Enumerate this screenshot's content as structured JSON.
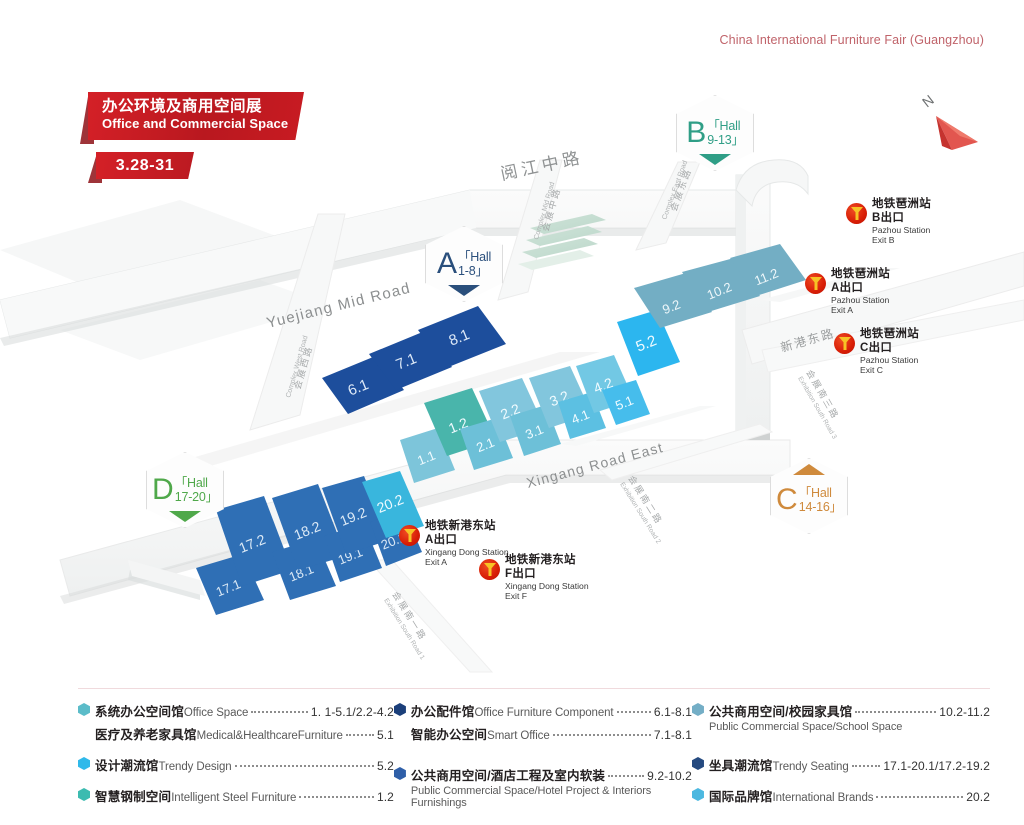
{
  "header": {
    "fair_title": "China International Furniture Fair (Guangzhou)"
  },
  "banner": {
    "title_cn": "办公环境及商用空间展",
    "title_en": "Office and Commercial Space",
    "date": "3.28-31",
    "color": "#c81b22"
  },
  "compass": {
    "label": "N",
    "color": "#d9443f"
  },
  "hall_badges": [
    {
      "letter": "A",
      "hall_prefix": "「Hall",
      "hall_range": "1-8」",
      "color": "#2a4f7c",
      "arrow": "down"
    },
    {
      "letter": "B",
      "hall_prefix": "「Hall",
      "hall_range": "9-13」",
      "color": "#2f9e86",
      "arrow": "down"
    },
    {
      "letter": "C",
      "hall_prefix": "「Hall",
      "hall_range": "14-16」",
      "color": "#cf8a3c",
      "arrow": "up"
    },
    {
      "letter": "D",
      "hall_prefix": "「Hall",
      "hall_range": "17-20」",
      "color": "#4fa84a",
      "arrow": "down"
    }
  ],
  "roads": [
    {
      "name": "yuejiang-mid-road-cn",
      "text": "阅江中路"
    },
    {
      "name": "yuejiang-mid-road-en",
      "text": "Yuejiang Mid Road"
    },
    {
      "name": "xingang-road-east-en",
      "text": "Xingang Road East"
    },
    {
      "name": "xingang-dong-road-cn",
      "text": "新港东路"
    },
    {
      "name": "exhibition-west-road-cn",
      "text": "会展西路"
    },
    {
      "name": "exhibition-west-road-en",
      "text": "Complex West Road"
    },
    {
      "name": "exhibition-middle-road-cn",
      "text": "会展中路"
    },
    {
      "name": "exhibition-middle-road-en",
      "text": "Complex Mid Road"
    },
    {
      "name": "exhibition-east-road-cn",
      "text": "会展东路"
    },
    {
      "name": "exhibition-east-road-en",
      "text": "Complex East Road"
    },
    {
      "name": "exhibition-south-road-1-cn",
      "text": "会展南一路"
    },
    {
      "name": "exhibition-south-road-1-en",
      "text": "Exhibition South Road 1"
    },
    {
      "name": "exhibition-south-road-2-cn",
      "text": "会展南二路"
    },
    {
      "name": "exhibition-south-road-2-en",
      "text": "Exhibition South Road 2"
    },
    {
      "name": "exhibition-south-road-3-cn",
      "text": "会展南三路"
    },
    {
      "name": "exhibition-south-road-3-en",
      "text": "Exhibition South Road 3"
    }
  ],
  "metro_stations": [
    {
      "cn_station": "地铁琶洲站",
      "cn_exit": "B出口",
      "en_station": "Pazhou Station",
      "en_exit": "Exit B"
    },
    {
      "cn_station": "地铁琶洲站",
      "cn_exit": "A出口",
      "en_station": "Pazhou Station",
      "en_exit": "Exit A"
    },
    {
      "cn_station": "地铁琶洲站",
      "cn_exit": "C出口",
      "en_station": "Pazhou Station",
      "en_exit": "Exit C"
    },
    {
      "cn_station": "地铁新港东站",
      "cn_exit": "A出口",
      "en_station": "Xingang Dong Station",
      "en_exit": "Exit A"
    },
    {
      "cn_station": "地铁新港东站",
      "cn_exit": "F出口",
      "en_station": "Xingang Dong Station",
      "en_exit": "Exit F"
    }
  ],
  "hall_blocks": [
    {
      "label": "6.1",
      "color": "#1d4e9c"
    },
    {
      "label": "7.1",
      "color": "#1d4e9c"
    },
    {
      "label": "8.1",
      "color": "#1d4e9c"
    },
    {
      "label": "1.1",
      "color": "#7dc5da"
    },
    {
      "label": "1.2",
      "color": "#49b5ab"
    },
    {
      "label": "2.1",
      "color": "#6dc0d8"
    },
    {
      "label": "2.2",
      "color": "#82c6dd"
    },
    {
      "label": "3.1",
      "color": "#6dc0d8"
    },
    {
      "label": "3.2",
      "color": "#82c6dd"
    },
    {
      "label": "4.1",
      "color": "#5cc0e2"
    },
    {
      "label": "4.2",
      "color": "#72c8e4"
    },
    {
      "label": "5.1",
      "color": "#46bdec"
    },
    {
      "label": "5.2",
      "color": "#2cb6ef"
    },
    {
      "label": "9.2",
      "color": "#73aec4"
    },
    {
      "label": "10.2",
      "color": "#73aec4"
    },
    {
      "label": "11.2",
      "color": "#73aec4"
    },
    {
      "label": "17.1",
      "color": "#2f6fb5"
    },
    {
      "label": "17.2",
      "color": "#2f6fb5"
    },
    {
      "label": "18.1",
      "color": "#2f6fb5"
    },
    {
      "label": "18.2",
      "color": "#2f6fb5"
    },
    {
      "label": "19.1",
      "color": "#2f6fb5"
    },
    {
      "label": "19.2",
      "color": "#2f6fb5"
    },
    {
      "label": "20.1",
      "color": "#2f6fb5"
    },
    {
      "label": "20.2",
      "color": "#39b6dd"
    }
  ],
  "legend": {
    "columns": [
      {
        "items": [
          {
            "dot": "#5bbcc9",
            "cn": "系统办公空间馆",
            "en": "Office Space",
            "value": "1. 1-5.1/2.2-4.2"
          },
          {
            "dot": null,
            "cn": "医疗及养老家具馆",
            "en": "Medical&HealthcareFurniture",
            "value": "5.1"
          },
          {
            "dot": "#30b9ea",
            "cn": "设计潮流馆",
            "en": "Trendy Design",
            "value": "5.2"
          },
          {
            "dot": "#3cbbb0",
            "cn": "智慧钢制空间",
            "en": "Intelligent Steel Furniture",
            "value": "1.2"
          }
        ]
      },
      {
        "items": [
          {
            "dot": "#1b3f7a",
            "cn": "办公配件馆",
            "en": "Office Furniture Component",
            "value": "6.1-8.1"
          },
          {
            "dot": null,
            "cn": "智能办公空间",
            "en": "Smart Office",
            "value": "7.1-8.1"
          },
          {
            "dot": "#2f5fa8",
            "cn": "公共商用空间/酒店工程及室内软装",
            "en": "",
            "value": "9.2-10.2",
            "sub_en": "Public Commercial Space/Hotel Project & Interiors Furnishings"
          }
        ]
      },
      {
        "items": [
          {
            "dot": "#74aec6",
            "cn": "公共商用空间/校园家具馆",
            "en": "",
            "value": "10.2-11.2",
            "sub_en": "Public Commercial Space/School Space"
          },
          {
            "dot": "#254a80",
            "cn": "坐具潮流馆",
            "en": "Trendy Seating",
            "value": "17.1-20.1/17.2-19.2"
          },
          {
            "dot": "#4cb8e0",
            "cn": "国际品牌馆",
            "en": "International Brands",
            "value": "20.2"
          }
        ]
      }
    ]
  }
}
